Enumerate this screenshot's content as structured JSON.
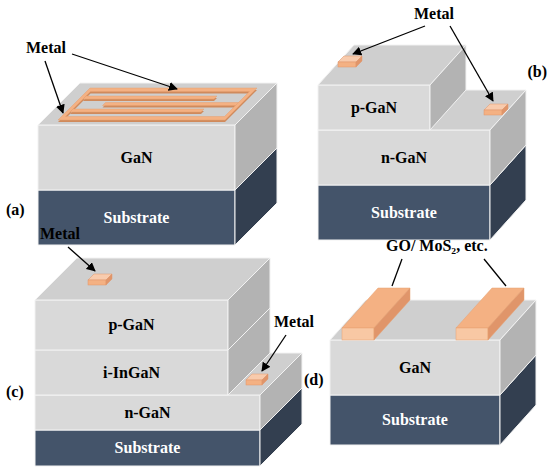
{
  "diagram": {
    "nodes": [
      {
        "text": [
          "GaN"
        ]
      },
      {
        "text": [
          "Substrate"
        ]
      },
      {
        "text": [
          "p-GaN"
        ]
      },
      {
        "text": [
          "n-GaN"
        ]
      },
      {
        "text": [
          "Substrate"
        ]
      },
      {
        "text": [
          "p-GaN"
        ]
      },
      {
        "text": [
          "i-InGaN"
        ]
      },
      {
        "text": [
          "n-GaN"
        ]
      },
      {
        "text": [
          "Substrate"
        ]
      },
      {
        "text": [
          "GaN"
        ]
      },
      {
        "text": [
          "Substrate"
        ]
      }
    ],
    "labels": [
      "Metal",
      "Metal",
      "(a)",
      "(b)",
      "Metal",
      "Metal",
      "(c)",
      "GO/ MoS₂, etc.",
      "(d)"
    ]
  }
}
